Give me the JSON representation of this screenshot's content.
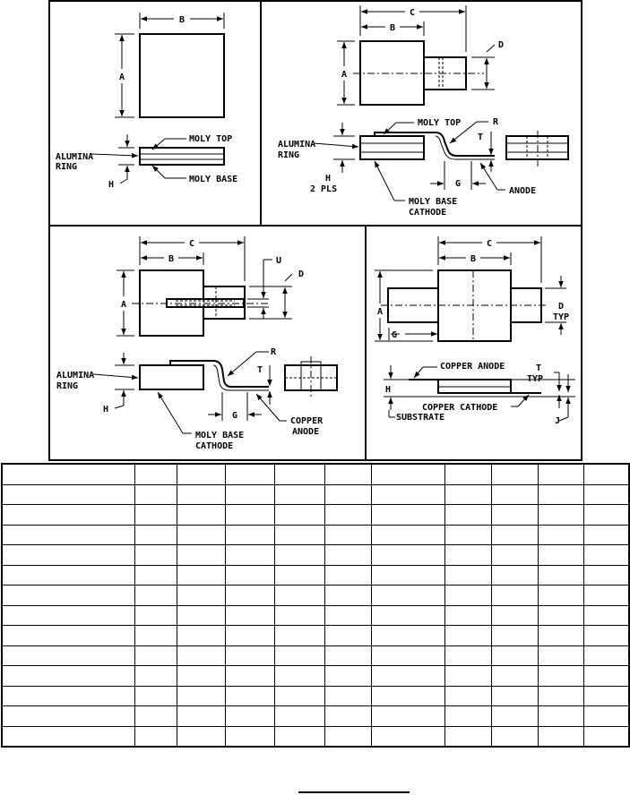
{
  "panels": {
    "p1": {
      "dims": [
        "A",
        "B",
        "H"
      ],
      "callouts": {
        "moly_top": "MOLY TOP",
        "alumina": "ALUMINA",
        "ring": "RING",
        "moly_base": "MOLY BASE"
      }
    },
    "p2": {
      "dims": [
        "A",
        "B",
        "C",
        "D",
        "G",
        "H",
        "R",
        "T"
      ],
      "callouts": {
        "moly_top": "MOLY TOP",
        "alumina": "ALUMINA",
        "ring": "RING",
        "moly_base": "MOLY BASE",
        "cathode": "CATHODE",
        "anode": "ANODE",
        "pls": "2 PLS"
      }
    },
    "p3": {
      "dims": [
        "A",
        "B",
        "C",
        "D",
        "G",
        "H",
        "R",
        "T",
        "U"
      ],
      "callouts": {
        "alumina": "ALUMINA",
        "ring": "RING",
        "copper": "COPPER",
        "anode": "ANODE",
        "moly_base": "MOLY BASE",
        "cathode": "CATHODE"
      }
    },
    "p4": {
      "dims": [
        "A",
        "B",
        "C",
        "D",
        "G",
        "H",
        "J",
        "T"
      ],
      "callouts": {
        "typ": "TYP",
        "copper_anode": "COPPER ANODE",
        "copper_cathode": "COPPER CATHODE",
        "substrate": "SUBSTRATE"
      }
    }
  },
  "table": {
    "rows": 14,
    "columns": 11
  }
}
